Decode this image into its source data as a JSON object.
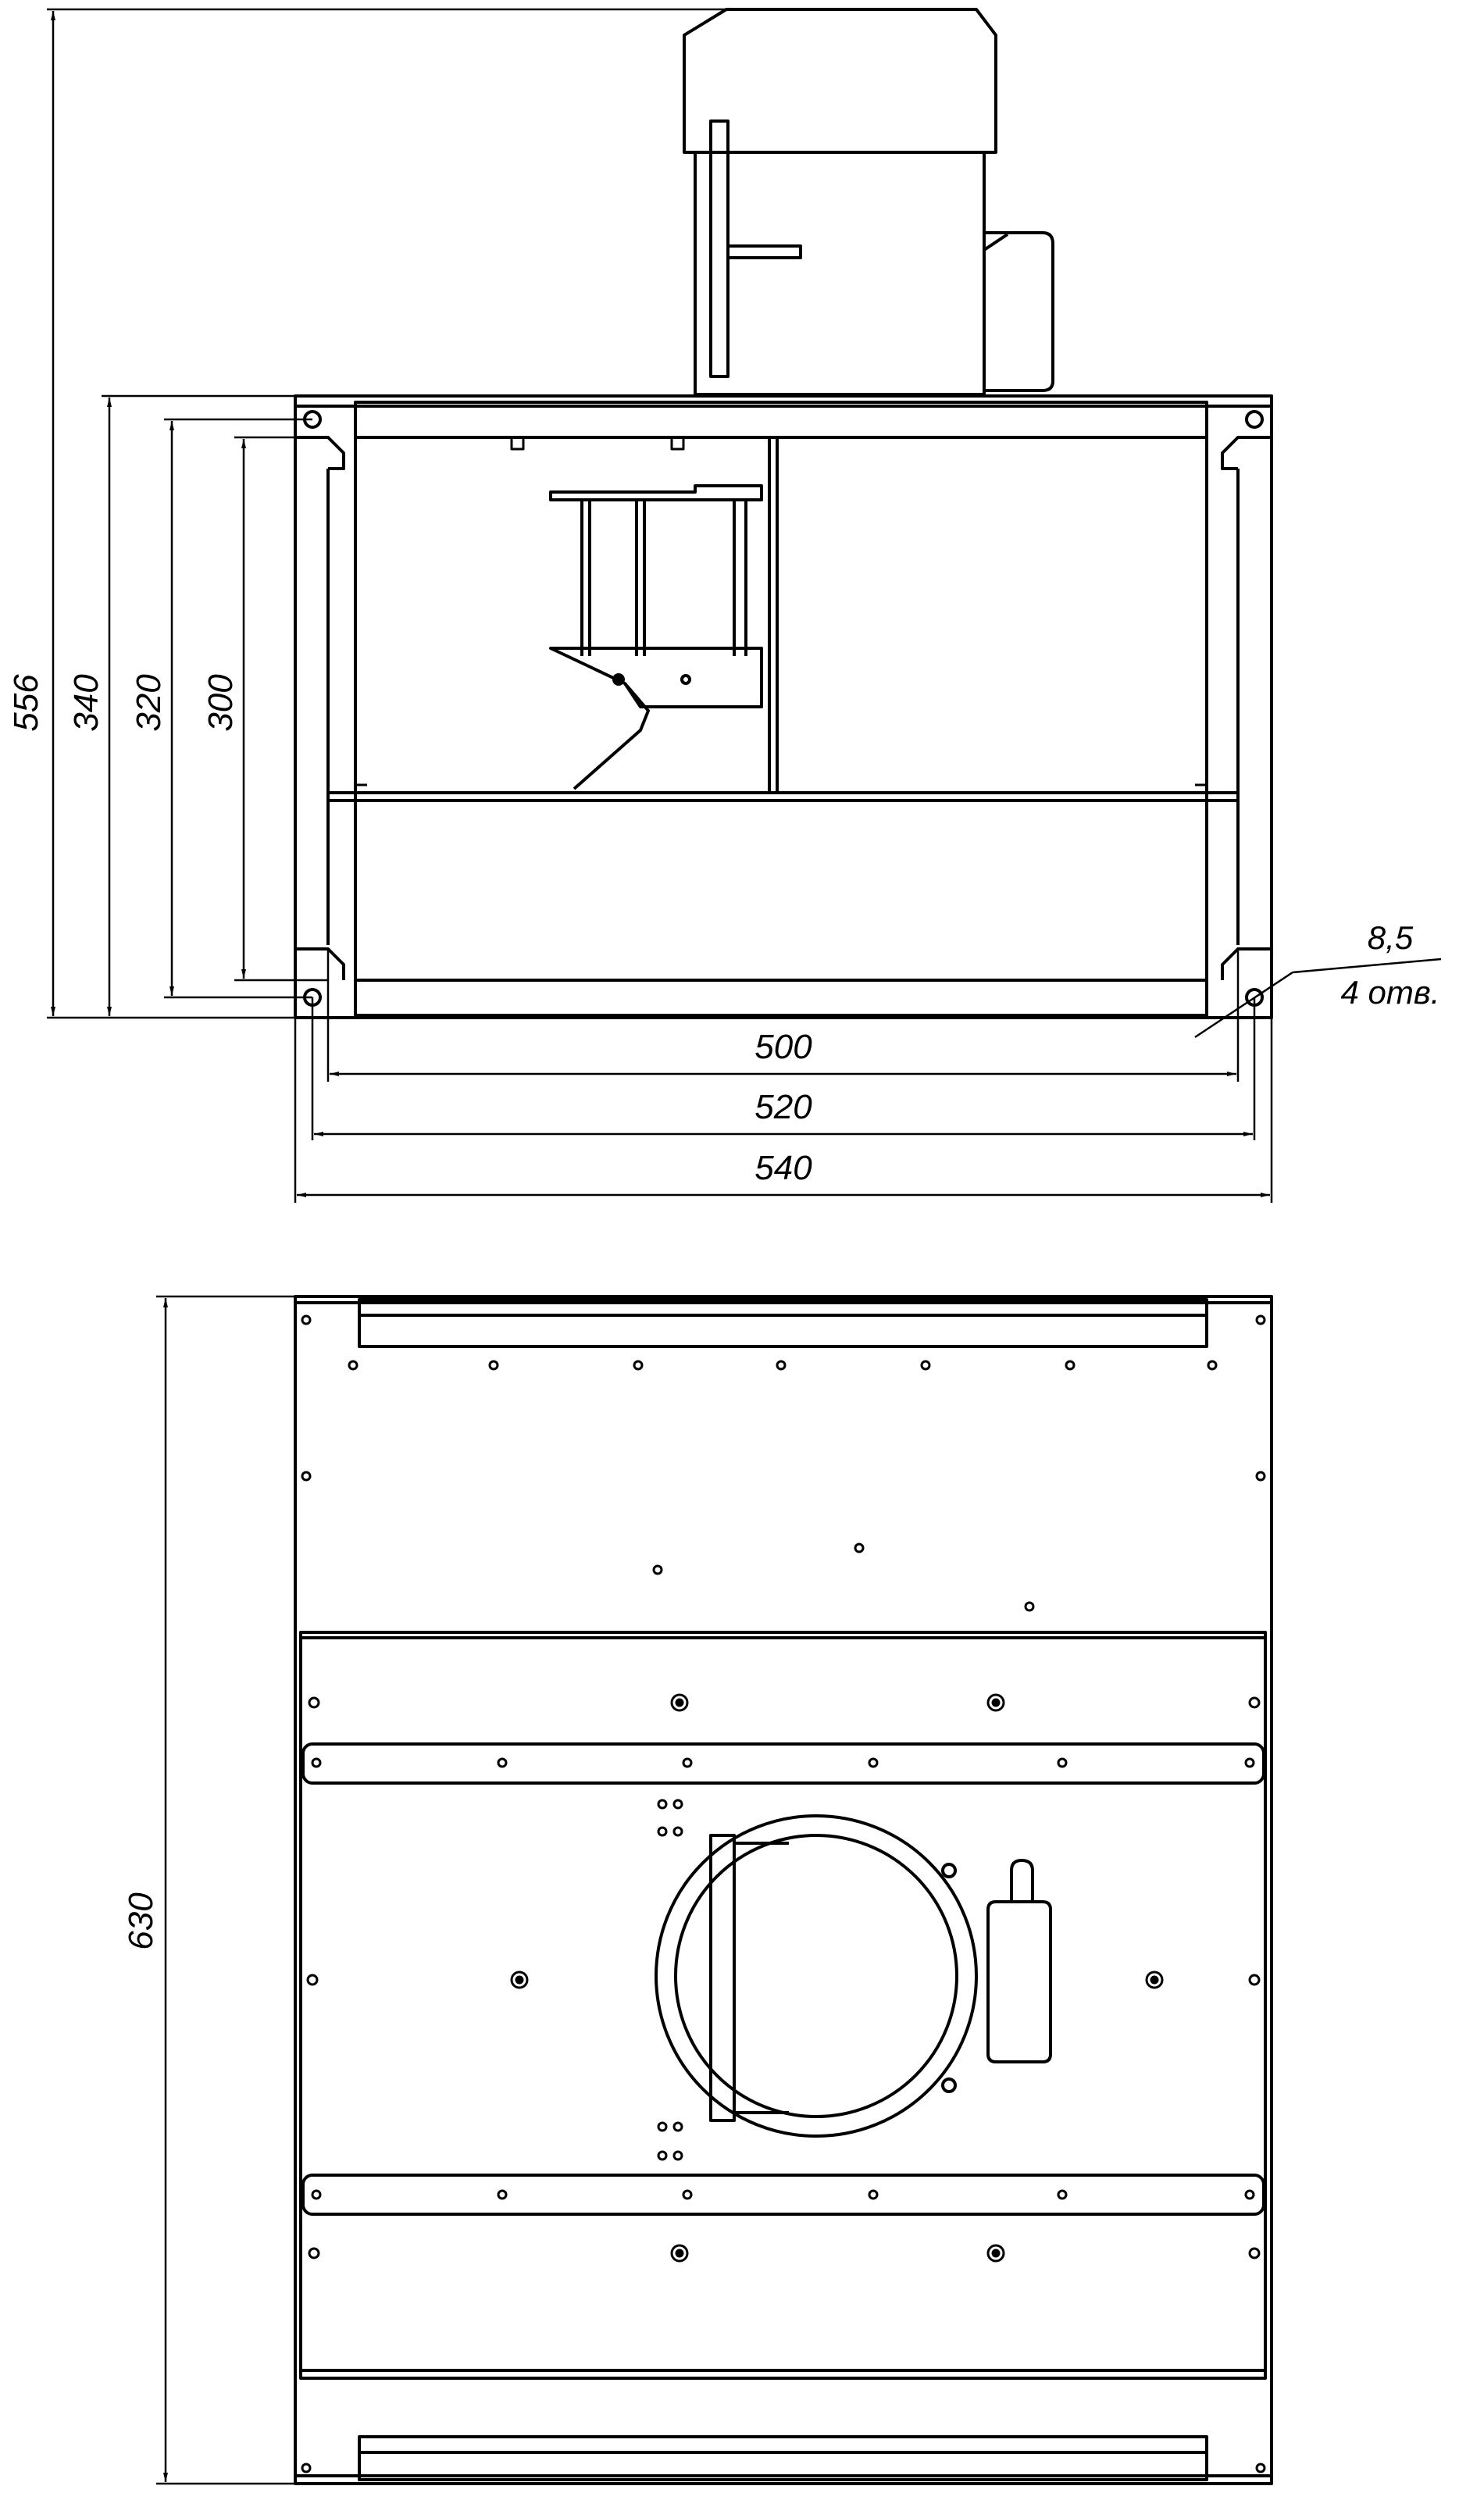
{
  "drawing": {
    "stroke_color": "#000000",
    "background": "#ffffff"
  },
  "front_view": {
    "dim_overall_height": "556",
    "dim_height_340": "340",
    "dim_height_320": "320",
    "dim_height_300": "300",
    "dim_width_500": "500",
    "dim_width_520": "520",
    "dim_width_540": "540",
    "hole_diameter": "8,5",
    "hole_count": "4 отв."
  },
  "plan_view": {
    "dim_length": "630"
  }
}
